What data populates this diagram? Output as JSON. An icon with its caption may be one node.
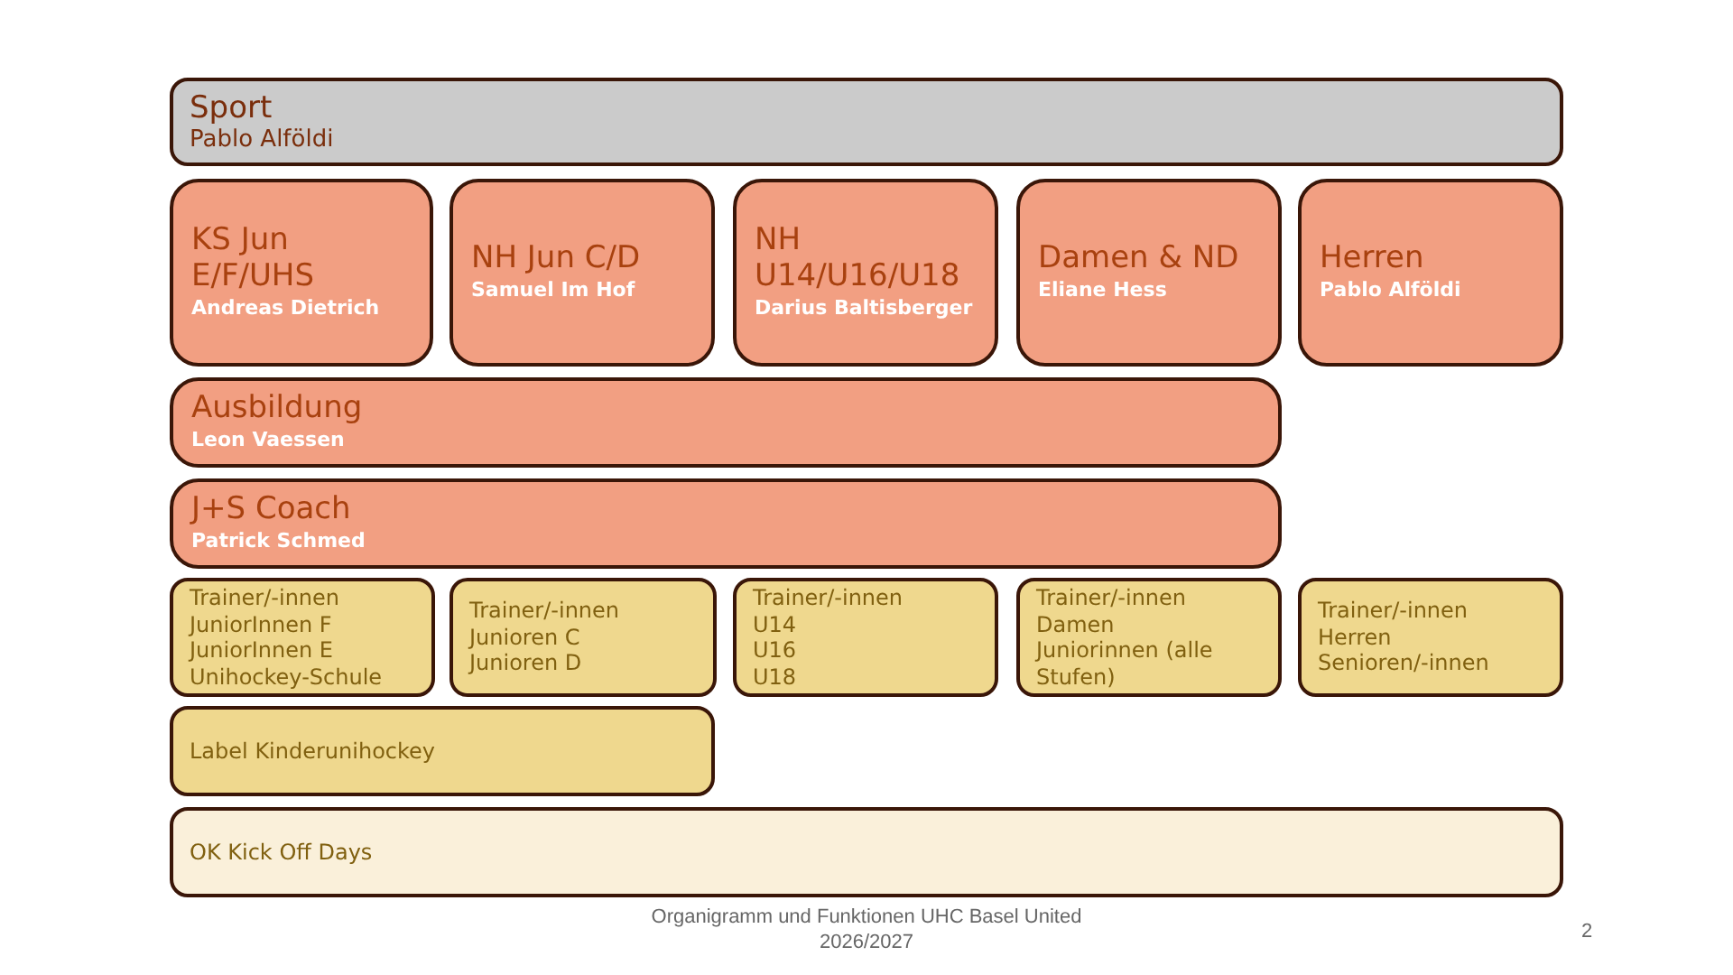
{
  "diagram": {
    "nodes": [
      {
        "text": [
          "Sport",
          "Pablo Alföldi"
        ]
      },
      {
        "text": [
          "KS Jun E/F/UHS",
          "Andreas Dietrich"
        ]
      },
      {
        "text": [
          "NH Jun C/D",
          "Samuel Im Hof"
        ]
      },
      {
        "text": [
          "NH U14/U16/U18",
          "Darius Baltisberger"
        ]
      },
      {
        "text": [
          "Damen & ND",
          "Eliane Hess"
        ]
      },
      {
        "text": [
          "Herren",
          "Pablo Alföldi"
        ]
      },
      {
        "text": [
          "Ausbildung",
          "Leon Vaessen"
        ]
      },
      {
        "text": [
          "J+S Coach",
          "Patrick Schmed"
        ]
      },
      {
        "text": [
          "Trainer/-innen",
          "JuniorInnen F",
          "JuniorInnen E",
          "Unihockey-Schule"
        ]
      },
      {
        "text": [
          "Trainer/-innen",
          "Junioren C",
          "Junioren D"
        ]
      },
      {
        "text": [
          "Trainer/-innen",
          "U14",
          "U16",
          "U18"
        ]
      },
      {
        "text": [
          "Trainer/-innen",
          "Damen",
          "Juniorinnen (alle Stufen)"
        ]
      },
      {
        "text": [
          "Trainer/-innen",
          "Herren",
          "Senioren/-innen"
        ]
      },
      {
        "text": [
          "Label Kinderunihockey"
        ]
      },
      {
        "text": [
          "OK Kick Off Days"
        ]
      }
    ],
    "labels": [
      "Organigramm und Funktionen UHC Basel United 2026/2027",
      "2"
    ]
  }
}
